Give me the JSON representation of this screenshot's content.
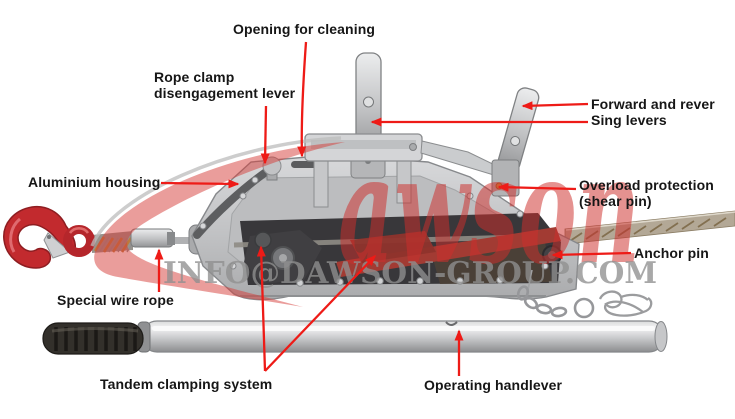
{
  "diagram": {
    "subject": "Wire rope pulling hoist parts diagram",
    "background": "#ffffff"
  },
  "watermark": {
    "brand": "Dawson",
    "brand_script": "awson",
    "email": "INFO@DAWSON-GROUP.COM"
  },
  "labels": {
    "opening_for_cleaning": "Opening for cleaning",
    "rope_clamp_lever": "Rope clamp\ndisengagement lever",
    "forward_reversing_levers": "Forward and rever\nSing levers",
    "aluminium_housing": "Aluminium housing",
    "overload_protection": "Overload protection\n(shear pin)",
    "anchor_pin": "Anchor pin",
    "special_wire_rope": "Special wire rope",
    "tandem_clamping_system": "Tandem clamping system",
    "operating_handlever": "Operating handlever"
  },
  "colors": {
    "annotation_arrow": "#ee1b17",
    "label_text": "#161616",
    "watermark_red": "#ce2f2c",
    "watermark_gray": "#909090",
    "hook_red": "#c22a2e",
    "housing_gray": "#c3c4c6"
  }
}
